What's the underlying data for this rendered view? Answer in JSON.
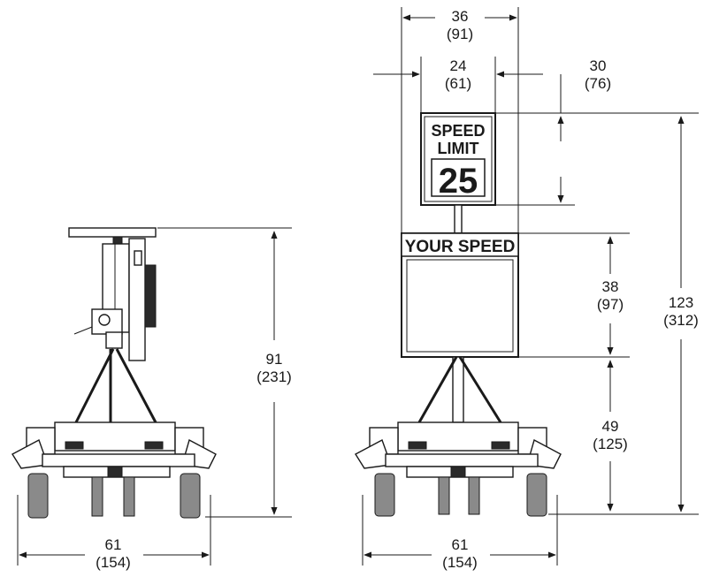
{
  "side_view": {
    "height_in": "91",
    "height_cm": "(231)",
    "width_in": "61",
    "width_cm": "(154)"
  },
  "front_view": {
    "overall_width_in": "36",
    "overall_width_cm": "(91)",
    "sign_width_in": "24",
    "sign_width_cm": "(61)",
    "sign_height_in": "30",
    "sign_height_cm": "(76)",
    "display_height_in": "38",
    "display_height_cm": "(97)",
    "ground_clearance_in": "49",
    "ground_clearance_cm": "(125)",
    "total_height_in": "123",
    "total_height_cm": "(312)",
    "width_in": "61",
    "width_cm": "(154)"
  },
  "sign": {
    "line1": "SPEED",
    "line2": "LIMIT",
    "number": "25"
  },
  "display": {
    "header": "YOUR SPEED"
  }
}
